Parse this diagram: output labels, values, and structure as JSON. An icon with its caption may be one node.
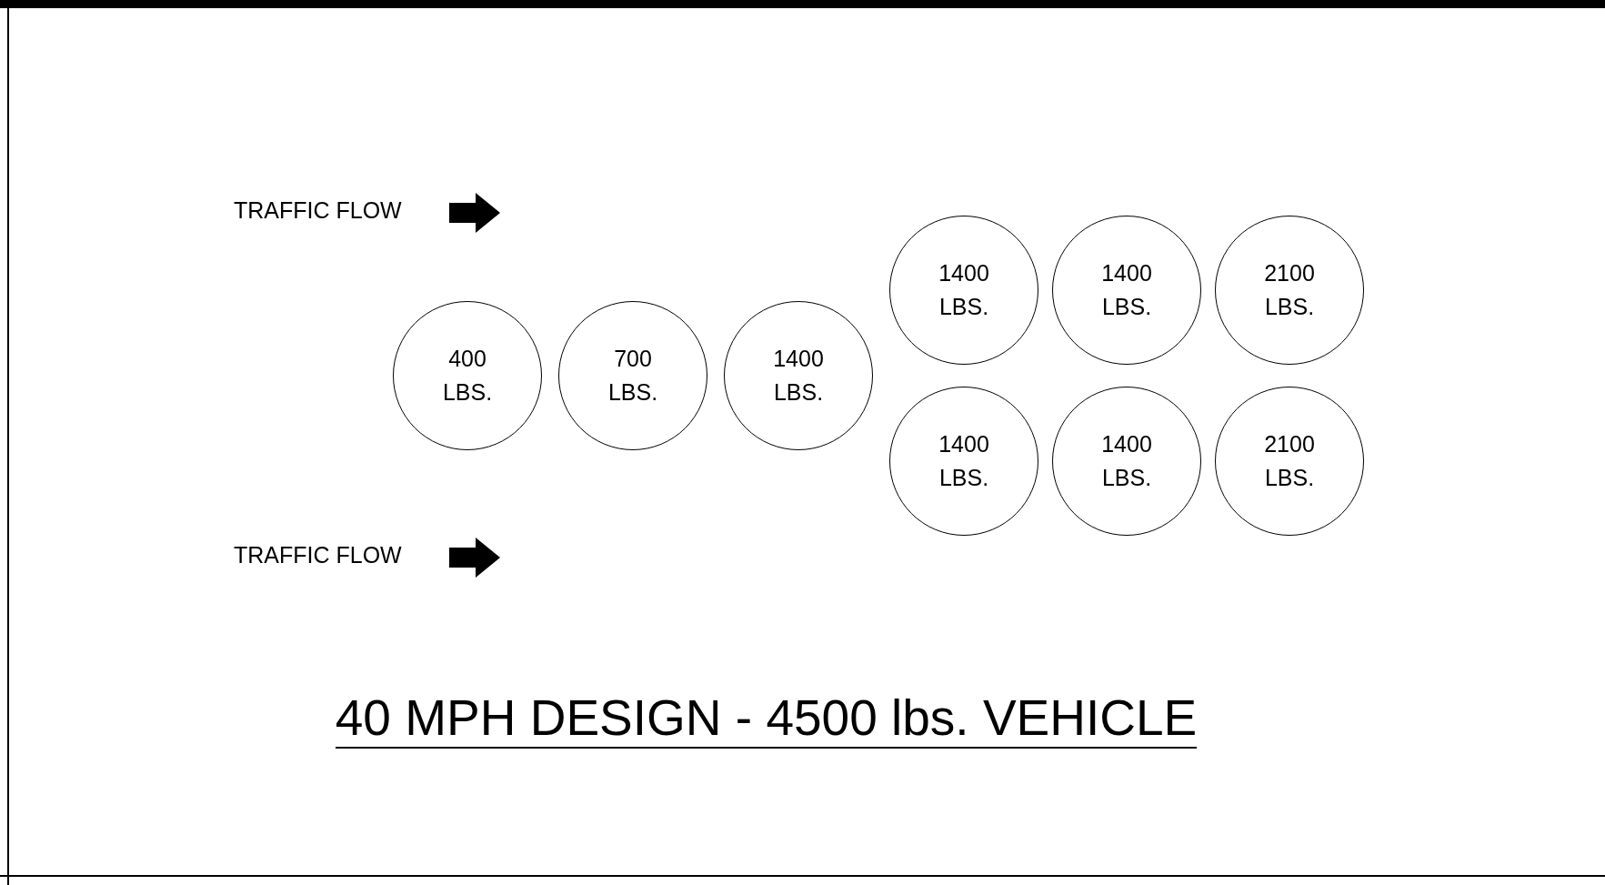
{
  "diagram": {
    "title": "40 MPH DESIGN - 4500 lbs. VEHICLE",
    "nodes": [
      {
        "text": [
          "400 LBS."
        ]
      },
      {
        "text": [
          "700 LBS."
        ]
      },
      {
        "text": [
          "1400 LBS."
        ]
      },
      {
        "text": [
          "1400 LBS."
        ]
      },
      {
        "text": [
          "1400 LBS."
        ]
      },
      {
        "text": [
          "2100 LBS."
        ]
      },
      {
        "text": [
          "1400 LBS."
        ]
      },
      {
        "text": [
          "1400 LBS."
        ]
      },
      {
        "text": [
          "2100 LBS."
        ]
      }
    ],
    "labels": [
      "TRAFFIC FLOW",
      "TRAFFIC FLOW"
    ]
  }
}
